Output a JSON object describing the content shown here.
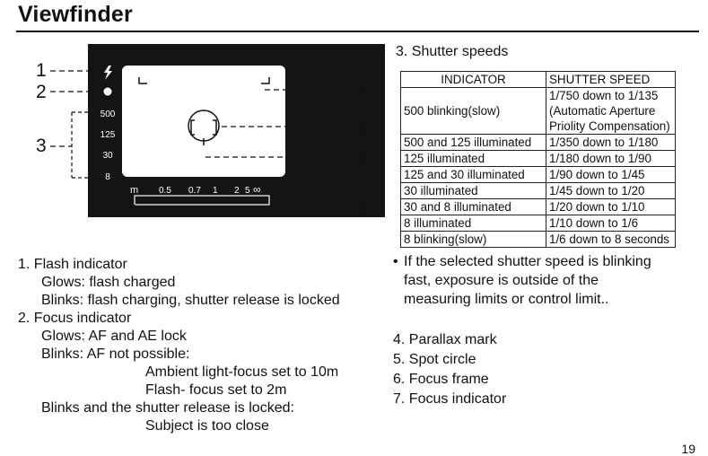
{
  "page": {
    "title": "Viewfinder",
    "page_number": "19"
  },
  "diagram": {
    "callouts": [
      "1",
      "2",
      "3",
      "4",
      "5",
      "6",
      "7"
    ],
    "shutter_ticks": [
      "500",
      "125",
      "30",
      "8"
    ],
    "focus_scale": [
      "m",
      "0.5",
      "0.7",
      "1",
      "2",
      "5",
      "∞"
    ],
    "icons": {
      "flash": "lightning-icon",
      "focus": "dot-icon"
    }
  },
  "descriptions": [
    {
      "text": "1. Flash indicator"
    },
    {
      "text": "Glows: flash charged"
    },
    {
      "text": "Blinks: flash charging, shutter release is locked"
    },
    {
      "text": "2. Focus indicator"
    },
    {
      "text": "Glows: AF and AE lock"
    },
    {
      "text": "Blinks: AF not possible:"
    },
    {
      "text": "Ambient light-focus set to 10m"
    },
    {
      "text": "Flash- focus set to 2m"
    },
    {
      "text": "Blinks and the shutter release is locked:"
    },
    {
      "text": "Subject is too close"
    }
  ],
  "shutter_section": {
    "heading": "3. Shutter speeds",
    "col_indicator": "INDICATOR",
    "col_speed": "SHUTTER SPEED",
    "rows": [
      {
        "indicator": "500 blinking(slow)",
        "speed_lines": [
          "1/750 down to 1/135",
          "(Automatic Aperture",
          "Priolity Compensation)"
        ]
      },
      {
        "indicator": "500 and 125 illuminated",
        "speed_lines": [
          "1/350 down to 1/180"
        ]
      },
      {
        "indicator": "125 illuminated",
        "speed_lines": [
          "1/180 down to 1/90"
        ]
      },
      {
        "indicator": "125 and 30 illuminated",
        "speed_lines": [
          "1/90 down to 1/45"
        ]
      },
      {
        "indicator": "30 illuminated",
        "speed_lines": [
          "1/45 down to 1/20"
        ]
      },
      {
        "indicator": "30 and 8 illuminated",
        "speed_lines": [
          "1/20 down to 1/10"
        ]
      },
      {
        "indicator": "8 illuminated",
        "speed_lines": [
          "1/10 down to 1/6"
        ]
      },
      {
        "indicator": "8 blinking(slow)",
        "speed_lines": [
          "1/6 down to 8 seconds"
        ]
      }
    ],
    "note_bullet": "•",
    "note_lines": [
      "If the selected shutter speed is blinking",
      "fast, exposure is outside of the",
      "measuring limits or control limit.."
    ]
  },
  "legend": [
    "4. Parallax mark",
    "5. Spot circle",
    "6. Focus frame",
    "7. Focus indicator"
  ]
}
